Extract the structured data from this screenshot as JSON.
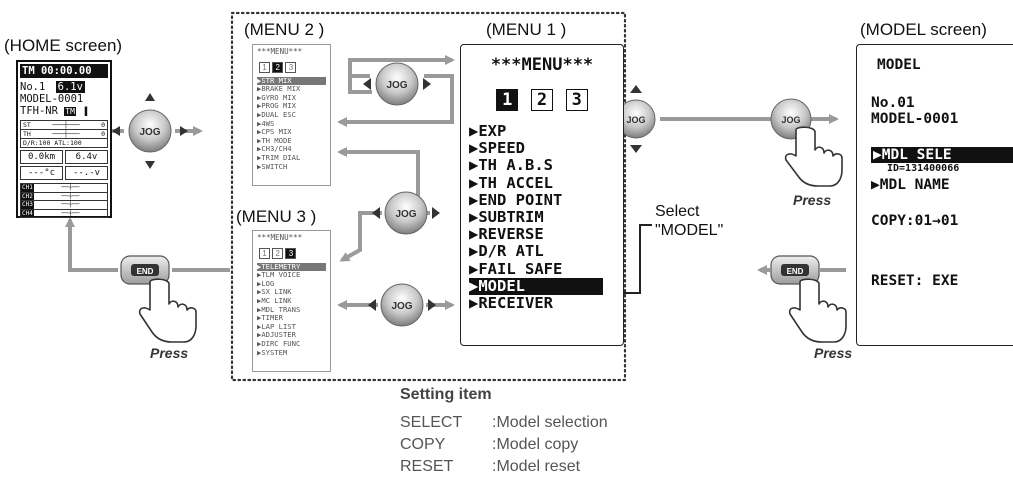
{
  "home": {
    "title": "(HOME screen)",
    "timer": "TM 00:00.00",
    "model_no": "No.1",
    "voltage": "6.1v",
    "model_name": "MODEL-0001",
    "mode_line": "TFH-NR",
    "mode_badge": "TM",
    "st_label": "ST",
    "st_value": "0",
    "th_label": "TH",
    "th_value": "0",
    "dr_line": "D/R:100 ATL:100",
    "odo": "0.0km",
    "rx_volt": "6.4v",
    "temp": "---°c",
    "volt2": "--.-v",
    "channels": [
      "CH1",
      "CH2",
      "CH3",
      "CH4"
    ]
  },
  "menu2": {
    "title": "(MENU 2 )",
    "header": "***MENU***",
    "pages": [
      "1",
      "2",
      "3"
    ],
    "active_page": 1,
    "items": [
      "STR MIX",
      "BRAKE MIX",
      "GYRO MIX",
      "PROG MIX",
      "DUAL ESC",
      "4WS",
      "CPS MIX",
      "TH MODE",
      "CH3/CH4",
      "TRIM DIAL",
      "SWITCH"
    ]
  },
  "menu3": {
    "title": "(MENU 3 )",
    "header": "***MENU***",
    "pages": [
      "1",
      "2",
      "3"
    ],
    "active_page": 2,
    "items": [
      "TELEMETRY",
      "TLM VOICE",
      "LOG",
      "SX LINK",
      "MC LINK",
      "MDL TRANS",
      "TIMER",
      "LAP LIST",
      "ADJUSTER",
      "DIRC FUNC",
      "SYSTEM"
    ]
  },
  "menu1": {
    "title": "(MENU 1 )",
    "header": "***MENU***",
    "pages": [
      "1",
      "2",
      "3"
    ],
    "active_page": 0,
    "items": [
      "EXP",
      "SPEED",
      "TH A.B.S",
      "TH ACCEL",
      "END POINT",
      "SUBTRIM",
      "REVERSE",
      "D/R ATL",
      "FAIL SAFE",
      "MODEL",
      "RECEIVER"
    ],
    "selected_item": "MODEL"
  },
  "model": {
    "title": "(MODEL screen)",
    "header": "MODEL",
    "no": "No.01",
    "name": "MODEL-0001",
    "sele": "MDL SELE",
    "id": "ID=131400066",
    "mdl_name": "MDL NAME",
    "copy": "COPY:01→01",
    "reset": "RESET: EXE"
  },
  "labels": {
    "select_line1": "Select",
    "select_line2": "\"MODEL\"",
    "press": "Press",
    "jog": "JOG",
    "end": "END"
  },
  "setting": {
    "title": "Setting item",
    "rows": [
      {
        "key": "SELECT",
        "desc": ":Model selection"
      },
      {
        "key": "COPY",
        "desc": ":Model copy"
      },
      {
        "key": "RESET",
        "desc": ":Model reset"
      }
    ]
  },
  "colors": {
    "arrow_gray": "#9a9a9a",
    "jog_gray": "#b0b0b0",
    "lcd_black": "#111111"
  }
}
